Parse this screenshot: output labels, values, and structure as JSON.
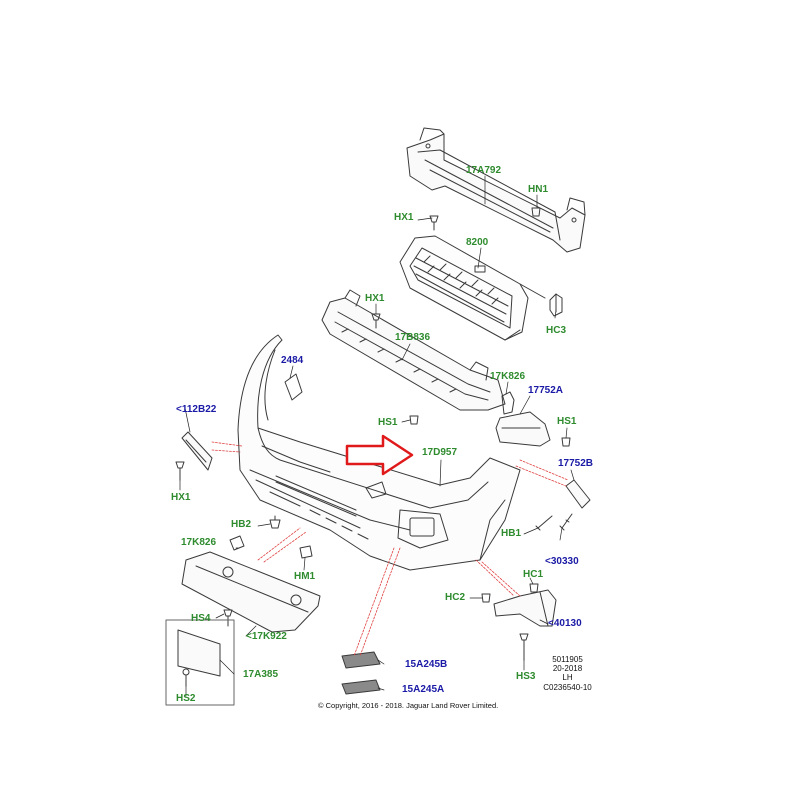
{
  "labels": {
    "l17A792": "17A792",
    "lHN1": "HN1",
    "lHX1a": "HX1",
    "l8200": "8200",
    "lHX1b": "HX1",
    "lHC3": "HC3",
    "l17B836": "17B836",
    "l2484": "2484",
    "l17K826a": "17K826",
    "l17752A": "17752A",
    "l112B22": "<112B22",
    "lHS1a": "HS1",
    "lHS1b": "HS1",
    "l17D957": "17D957",
    "l17752B": "17752B",
    "lHX1c": "HX1",
    "lHB2": "HB2",
    "lHB1": "HB1",
    "l30330": "<30330",
    "l17K826b": "17K826",
    "lHM1": "HM1",
    "lHC1": "HC1",
    "lHC2": "HC2",
    "l40130": "<40130",
    "lHS4": "HS4",
    "l17K922": "<17K922",
    "l17A385": "17A385",
    "l15A245B": "15A245B",
    "l15A245A": "15A245A",
    "lHS2": "HS2",
    "lHS3": "HS3"
  },
  "meta": {
    "line1": "5011905",
    "line2": "20-2018",
    "line3": "LH",
    "line4": "C0236540-10"
  },
  "copyright": "© Copyright, 2016 - 2018. Jaguar Land Rover Limited.",
  "colors": {
    "part_green": "#2e8b2e",
    "ref_blue": "#1a1aa6",
    "arrow_red": "#e0191b",
    "leader_red": "#e04040"
  }
}
